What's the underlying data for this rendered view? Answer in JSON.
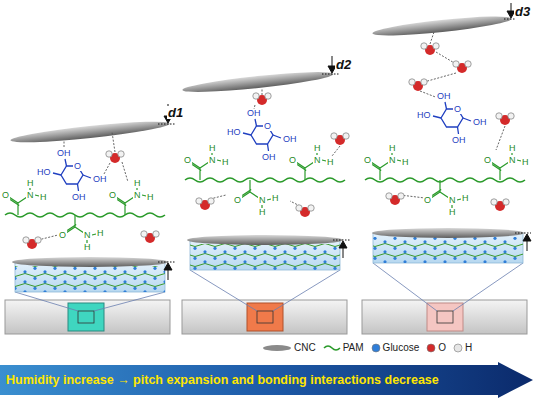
{
  "diagram": {
    "nodes": [
      {
        "text": [
          "Humidity increase → pitch expansion and bonding interactions decrease"
        ]
      }
    ],
    "labels": [
      "d1",
      "d2",
      "d3",
      "O",
      "OH",
      "HO",
      "OH",
      "OH",
      "O",
      "N",
      "H",
      "H",
      "O",
      "N",
      "H",
      "H",
      "O",
      "N",
      "H",
      "H",
      "O",
      "OH",
      "HO",
      "OH",
      "OH",
      "O",
      "N",
      "H",
      "H",
      "O",
      "N",
      "H",
      "H",
      "O",
      "N",
      "H",
      "H",
      "O",
      "OH",
      "HO",
      "OH",
      "OH",
      "O",
      "N",
      "H",
      "H",
      "O",
      "N",
      "H",
      "H",
      "O",
      "N",
      "H",
      "H"
    ],
    "legend": [
      {
        "text": "CNC"
      },
      {
        "text": "PAM"
      },
      {
        "text": "Glucose",
        "color": "#2f7ed8"
      },
      {
        "text": "O",
        "color": "#d42a2a"
      },
      {
        "text": "H",
        "color": "#e6e6e6"
      }
    ]
  }
}
